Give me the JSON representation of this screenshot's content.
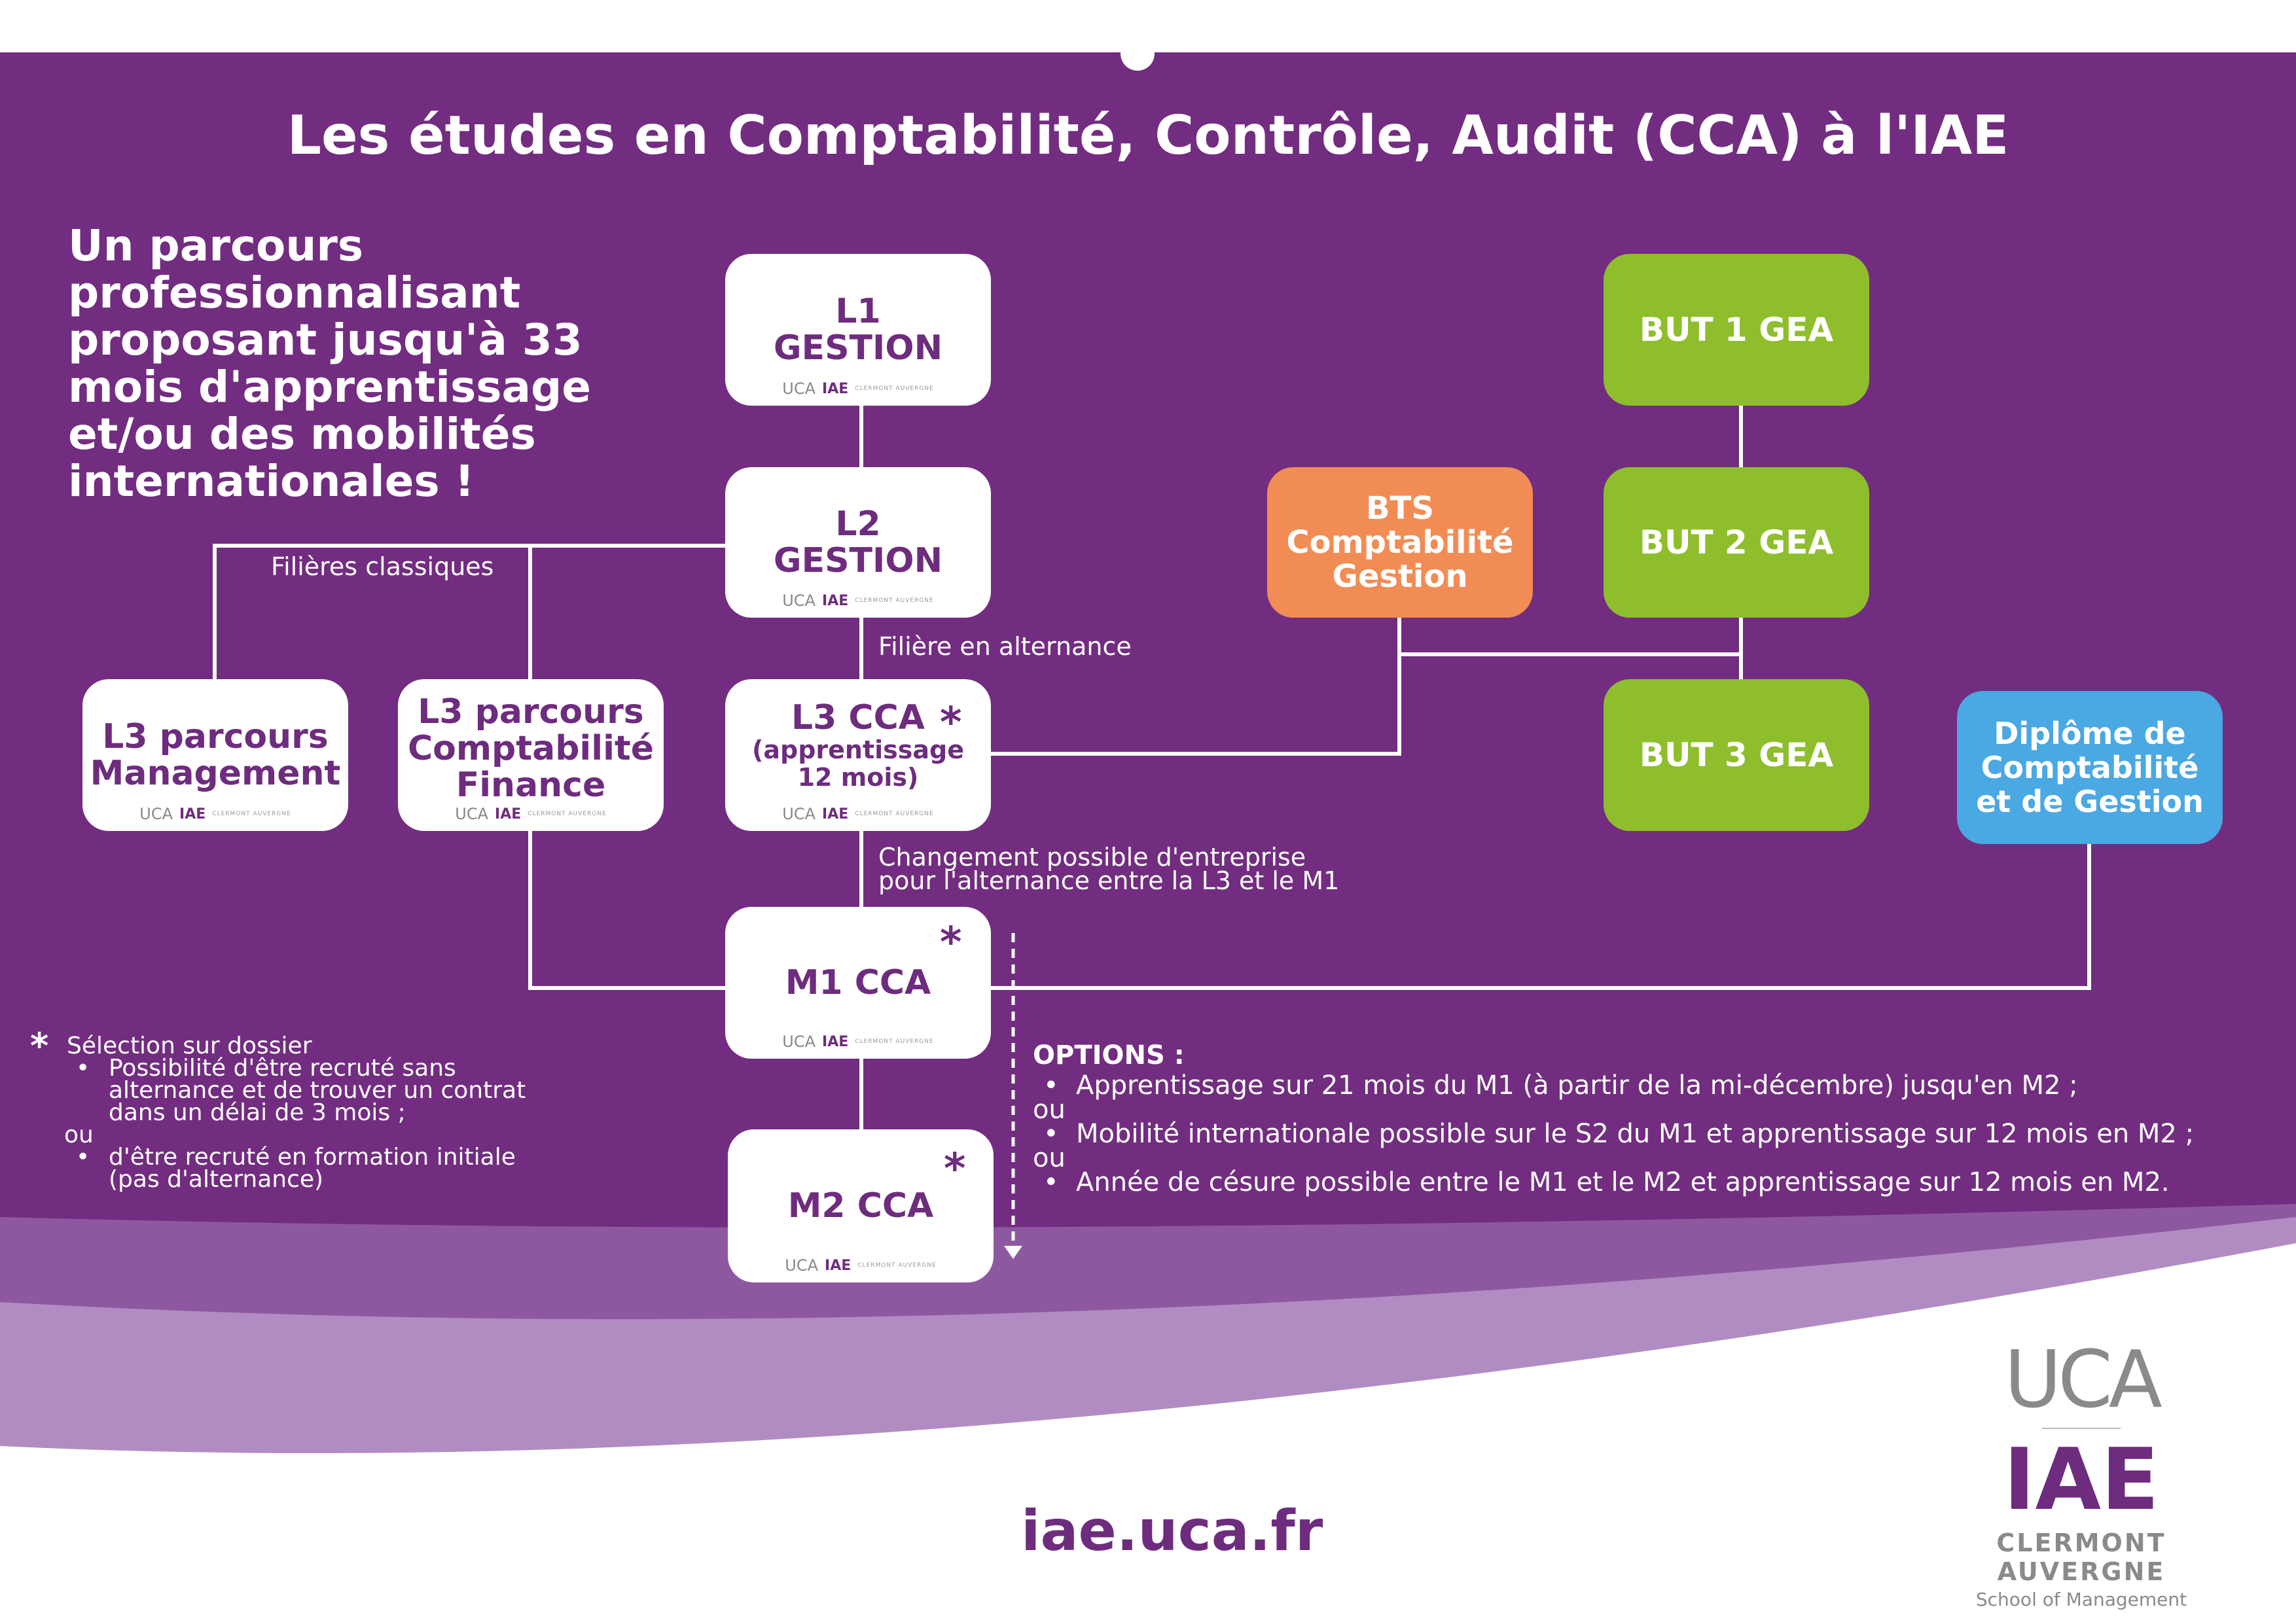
{
  "header": {
    "title": "Les études en Comptabilité, Contrôle, Audit (CCA) à l'IAE"
  },
  "intro": {
    "tagline": "Un parcours professionnalisant proposant jusqu'à 33 mois d'apprentissage et/ou des mobilités internationales !"
  },
  "nodes": {
    "l1": {
      "line1": "L1",
      "line2": "GESTION"
    },
    "l2": {
      "line1": "L2",
      "line2": "GESTION"
    },
    "l3_management": {
      "line1": "L3 parcours",
      "line2": "Management"
    },
    "l3_finance": {
      "line1": "L3 parcours",
      "line2": "Comptabilité",
      "line3": "Finance"
    },
    "l3_cca": {
      "line1": "L3 CCA",
      "line2": "(apprentissage",
      "line3": "12 mois)"
    },
    "m1_cca": {
      "line1": "M1 CCA"
    },
    "m2_cca": {
      "line1": "M2 CCA"
    },
    "bts": {
      "line1": "BTS",
      "line2": "Comptabilité",
      "line3": "Gestion"
    },
    "but1": {
      "line1": "BUT 1 GEA"
    },
    "but2": {
      "line1": "BUT 2 GEA"
    },
    "but3": {
      "line1": "BUT 3 GEA"
    },
    "dcg": {
      "line1": "Diplôme de",
      "line2": "Comptabilité",
      "line3": "et de Gestion"
    }
  },
  "card_logo": {
    "uca": "UCA",
    "iae": "IAE",
    "caption": "CLERMONT AUVERGNE"
  },
  "labels": {
    "filieres_classiques": "Filières classiques",
    "filiere_alternance": "Filière en alternance",
    "changement_line1": "Changement possible d'entreprise",
    "changement_line2": "pour l'alternance entre la L3 et le M1"
  },
  "asterisk": "*",
  "selection_note": {
    "title": "Sélection sur dossier",
    "item1_line1": "Possibilité d'être recruté sans",
    "item1_line2": "alternance et de trouver un contrat",
    "item1_line3": "dans un délai de 3 mois  ;",
    "or": "ou",
    "item2_line1": "d'être recruté en formation initiale",
    "item2_line2": "(pas d'alternance)"
  },
  "options": {
    "title": "OPTIONS :",
    "or": "ou",
    "items": [
      "Apprentissage sur 21 mois du M1 (à partir de la mi-décembre) jusqu'en M2 ;",
      "Mobilité internationale possible sur le S2 du M1 et apprentissage sur 12 mois en M2 ;",
      "Année de césure possible entre le M1 et le M2 et apprentissage sur 12 mois en M2."
    ]
  },
  "footer": {
    "url": "iae.uca.fr",
    "brand_uca": "UCA",
    "brand_iae": "IAE",
    "brand_city": "CLERMONT AUVERGNE",
    "brand_school": "School of Management"
  },
  "colors": {
    "purple": "#722d80",
    "purple_light": "#a57bb8",
    "white": "#ffffff",
    "green": "#8ebe2c",
    "orange": "#f28c55",
    "blue": "#4aa8e2"
  }
}
